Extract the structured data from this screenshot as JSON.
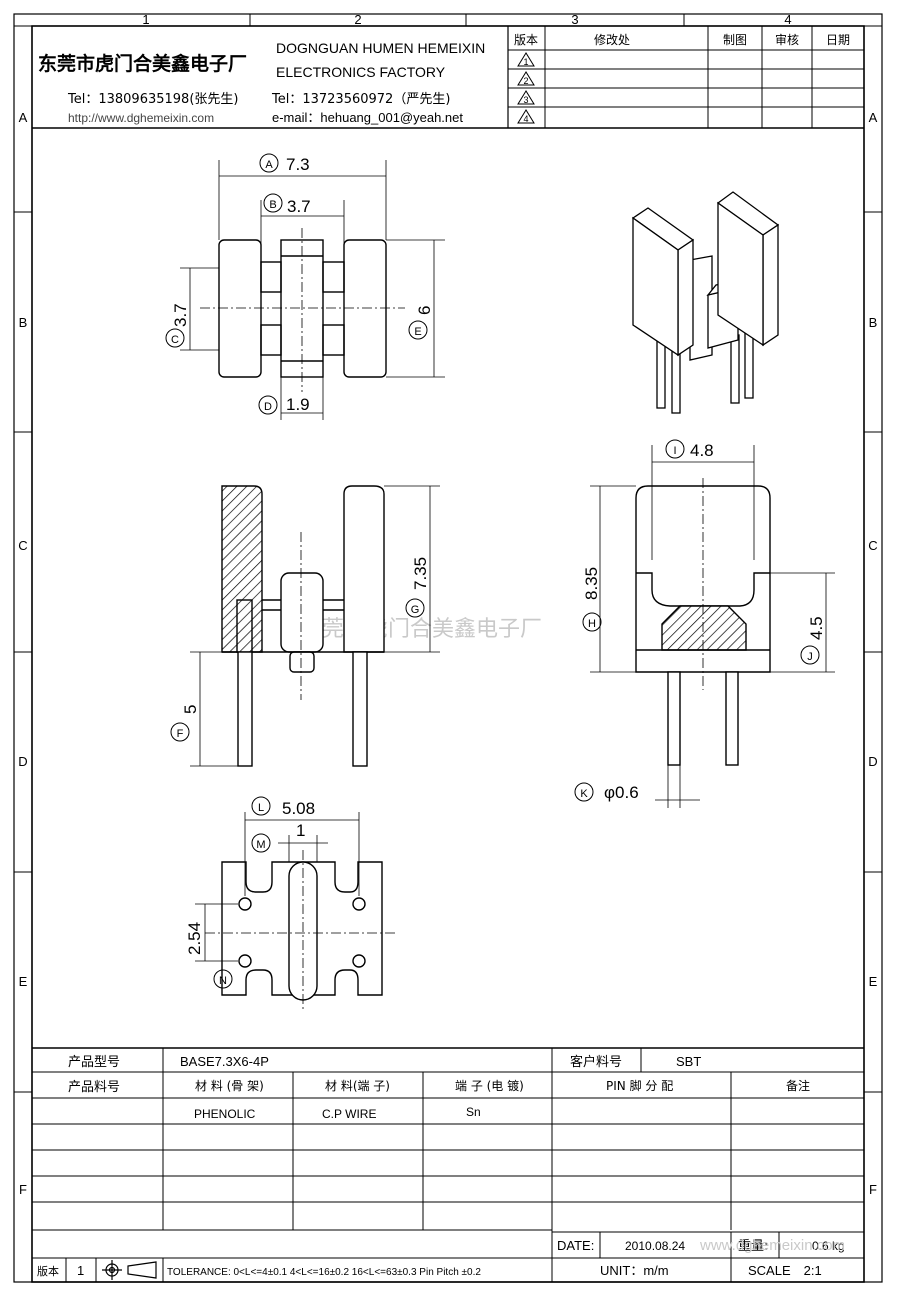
{
  "grid": {
    "cols": [
      "1",
      "2",
      "3",
      "4"
    ],
    "rows": [
      "A",
      "B",
      "C",
      "D",
      "E",
      "F"
    ]
  },
  "header": {
    "company_cn": "东莞市虎门合美鑫电子厂",
    "company_en_line1": "DOGNGUAN HUMEN HEMEIXIN",
    "company_en_line2": "ELECTRONICS FACTORY",
    "tel1": "Tel：13809635198(张先生)",
    "tel2": "Tel：13723560972（严先生)",
    "website": "http://www.dghemeixin.com",
    "email": "e-mail：hehuang_001@yeah.net"
  },
  "revision_table": {
    "headers": [
      "版本",
      "修改处",
      "制图",
      "审核",
      "日期"
    ],
    "rows": [
      "1",
      "2",
      "3",
      "4"
    ]
  },
  "dimensions": {
    "A": "7.3",
    "B": "3.7",
    "C": "3.7",
    "D": "1.9",
    "E": "6",
    "F": "5",
    "G": "7.35",
    "H": "8.35",
    "I": "4.8",
    "J": "4.5",
    "K": "φ0.6",
    "L": "5.08",
    "M": "1",
    "N": "2.54"
  },
  "watermark": "东莞市虎门合美鑫电子厂",
  "info": {
    "model_label": "产品型号",
    "model_value": "BASE7.3X6-4P",
    "customer_pn_label": "客户料号",
    "customer_pn_value": "SBT",
    "part_no_label": "产品料号",
    "material_bobbin_label": "材 料 (骨 架)",
    "material_pin_label": "材 料(端 子)",
    "terminal_plating_label": "端 子 (电 镀)",
    "pin_assign_label": "PIN 脚 分 配",
    "remark_label": "备注",
    "material_bobbin_value": "PHENOLIC",
    "material_pin_value": "C.P WIRE",
    "terminal_plating_value": "Sn",
    "date_label": "DATE:",
    "date_value": "2010.08.24",
    "weight_label": "重量:",
    "weight_value": "0.6 kg",
    "unit_text": "UNIT：m/m",
    "scale_text": "SCALE　2:1",
    "rev_label": "版本",
    "rev_value": "1",
    "tolerance": "TOLERANCE:  0<L<=4±0.1  4<L<=16±0.2  16<L<=63±0.3  Pin Pitch  ±0.2"
  },
  "footer_watermark": "www.dghemeixin.com"
}
